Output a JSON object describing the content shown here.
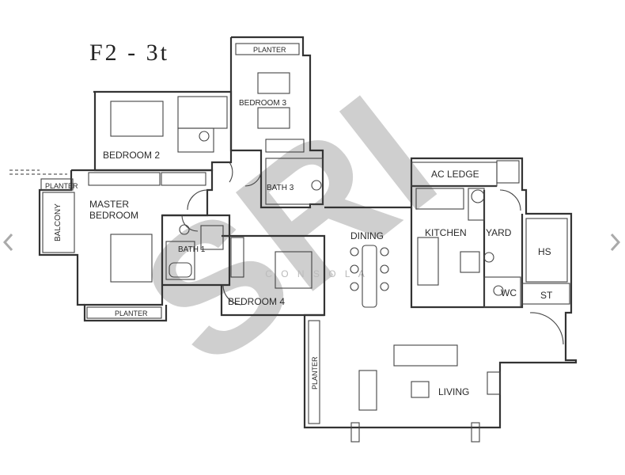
{
  "plan": {
    "title": "F2 - 3t",
    "watermark": "SRI",
    "watermark_sub": "C O N S O L A",
    "rooms": {
      "bedroom2": "BEDROOM 2",
      "bedroom3": "BEDROOM 3",
      "master_l1": "MASTER",
      "master_l2": "BEDROOM",
      "bedroom4": "BEDROOM 4",
      "bath1": "BATH 1",
      "bath3": "BATH 3",
      "dining": "DINING",
      "kitchen": "KITCHEN",
      "yard": "YARD",
      "ac_ledge": "AC LEDGE",
      "hs": "HS",
      "st": "ST",
      "wc": "WC",
      "living": "LIVING",
      "balcony": "BALCONY",
      "planter_top": "PLANTER",
      "planter_left": "PLANTER",
      "planter_bottom": "PLANTER",
      "planter_living": "PLANTER"
    }
  },
  "navigation": {
    "prev_icon": "chevron-left-icon",
    "next_icon": "chevron-right-icon"
  },
  "colors": {
    "line": "#333333",
    "watermark": "#c9c9c9",
    "nav": "#aaaaaa"
  }
}
